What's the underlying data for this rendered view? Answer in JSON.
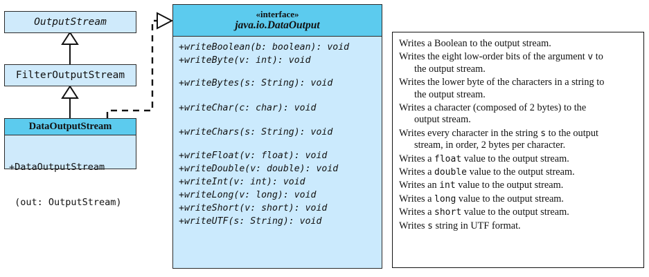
{
  "diagram": {
    "title": "java.io.DataOutput interface UML class diagram",
    "colors": {
      "box_fill_light": "#cfeafb",
      "box_fill_interface_body": "#cbeafd",
      "header_fill": "#5ccbee",
      "shadow": "#1ba3d4",
      "border": "#2a2a2a",
      "panel_bg": "#ffffff",
      "text": "#111111"
    }
  },
  "classes": {
    "output_stream": {
      "name": "OutputStream",
      "abstract": true
    },
    "filter_output_stream": {
      "name": "FilterOutputStream",
      "abstract": false
    },
    "data_output_stream": {
      "name": "DataOutputStream",
      "constructor_line1": "+DataOutputStream",
      "constructor_line2": " (out: OutputStream)"
    }
  },
  "interface": {
    "stereotype": "«interface»",
    "name": "java.io.DataOutput",
    "methods": [
      {
        "signature": "+writeBoolean(b: boolean): void",
        "gap": ""
      },
      {
        "signature": "+writeByte(v: int): void",
        "gap": ""
      },
      {
        "signature": "+writeBytes(s: String): void",
        "gap": "gap-1"
      },
      {
        "signature": "+writeChar(c: char): void",
        "gap": "gap-2"
      },
      {
        "signature": "+writeChars(s: String): void",
        "gap": "gap-3"
      },
      {
        "signature": "+writeFloat(v: float): void",
        "gap": "gap-4"
      },
      {
        "signature": "+writeDouble(v: double): void",
        "gap": ""
      },
      {
        "signature": "+writeInt(v: int): void",
        "gap": ""
      },
      {
        "signature": "+writeLong(v: long): void",
        "gap": ""
      },
      {
        "signature": "+writeShort(v: short): void",
        "gap": ""
      },
      {
        "signature": "+writeUTF(s: String): void",
        "gap": ""
      }
    ]
  },
  "descriptions": [
    {
      "main": "Writes a Boolean to the output stream.",
      "cont": "",
      "pre": "",
      "kw": "",
      "post": ""
    },
    {
      "main": "",
      "pre": "Writes the eight low-order bits of the argument ",
      "kw": "v",
      "post": " to",
      "cont": "the output stream."
    },
    {
      "main": "Writes the lower byte of the characters in a string to",
      "pre": "",
      "kw": "",
      "post": "",
      "cont": "the output stream."
    },
    {
      "main": "Writes a character (composed of 2 bytes) to the",
      "pre": "",
      "kw": "",
      "post": "",
      "cont": "output stream."
    },
    {
      "main": "",
      "pre": "Writes every character in the string ",
      "kw": "s",
      "post": " to the output",
      "cont": "stream, in order, 2 bytes per character."
    },
    {
      "main": "",
      "pre": "Writes a ",
      "kw": "float",
      "post": " value to the output stream.",
      "cont": ""
    },
    {
      "main": "",
      "pre": "Writes a ",
      "kw": "double",
      "post": " value to the output stream.",
      "cont": ""
    },
    {
      "main": "",
      "pre": "Writes an ",
      "kw": "int",
      "post": " value to the output stream.",
      "cont": ""
    },
    {
      "main": "",
      "pre": "Writes a ",
      "kw": "long",
      "post": " value to the output stream.",
      "cont": ""
    },
    {
      "main": "",
      "pre": "Writes a ",
      "kw": "short",
      "post": " value to the output stream.",
      "cont": ""
    },
    {
      "main": "",
      "pre": "Writes ",
      "kw": "s",
      "post": " string in UTF format.",
      "cont": ""
    }
  ],
  "relationships": [
    {
      "name": "generalization-filteroutputstream-to-outputstream",
      "type": "inheritance"
    },
    {
      "name": "generalization-dataoutputstream-to-filteroutputstream",
      "type": "inheritance"
    },
    {
      "name": "realization-dataoutputstream-to-dataoutput",
      "type": "realization"
    }
  ]
}
